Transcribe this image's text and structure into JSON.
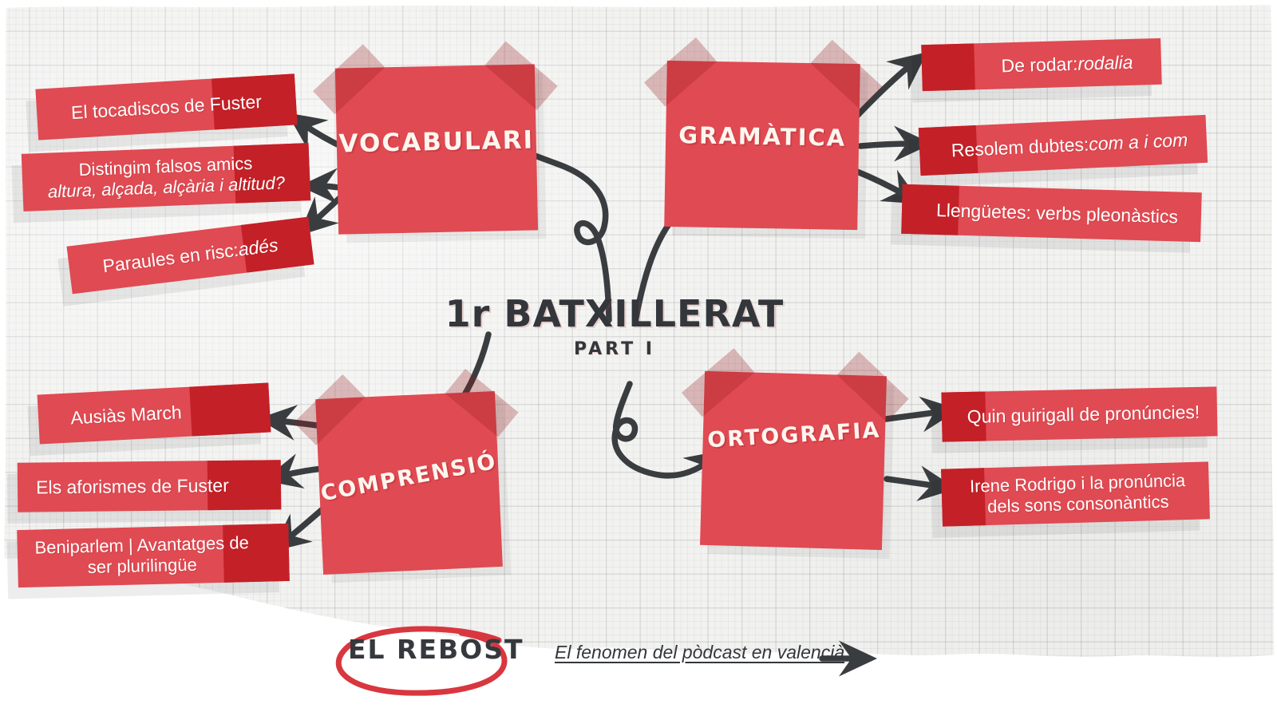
{
  "center": {
    "title": "1r BATXILLERAT",
    "subtitle": "PART I"
  },
  "colors": {
    "note": "#e04a52",
    "banner": "#e04a52",
    "banner_dark": "#c42027",
    "ink": "#3a3d40",
    "paper": "#f2f2f1",
    "title_text": "#33373b"
  },
  "branches": [
    {
      "id": "vocabulari",
      "title": "VOCABULARI",
      "items": [
        {
          "text": "El tocadiscos de Fuster",
          "italic": ""
        },
        {
          "text": "Distingim falsos amics",
          "italic": "altura, alçada, alçària i altitud?"
        },
        {
          "text": "Paraules en risc: ",
          "italic": "adés"
        }
      ]
    },
    {
      "id": "gramatica",
      "title": "GRAMÀTICA",
      "items": [
        {
          "text": "De rodar: ",
          "italic": "rodalia"
        },
        {
          "text": "Resolem dubtes: ",
          "italic": "com a i com"
        },
        {
          "text": "Llengüetes: verbs pleonàstics",
          "italic": ""
        }
      ]
    },
    {
      "id": "comprensio",
      "title": "COMPRENSIÓ",
      "items": [
        {
          "text": "Ausiàs March",
          "italic": ""
        },
        {
          "text": "Els aforismes de Fuster",
          "italic": ""
        },
        {
          "text": "Beniparlem | Avantatges de ser plurilingüe",
          "italic": ""
        }
      ]
    },
    {
      "id": "ortografia",
      "title": "ORTOGRAFIA",
      "items": [
        {
          "text": "Quin guirigall de pronúncies!",
          "italic": ""
        },
        {
          "text": "Irene Rodrigo i la pronúncia dels sons consonàntics",
          "italic": ""
        }
      ]
    }
  ],
  "footer": {
    "brand": "EL REBOST",
    "link": "El fenomen del pòdcast en valencià"
  }
}
